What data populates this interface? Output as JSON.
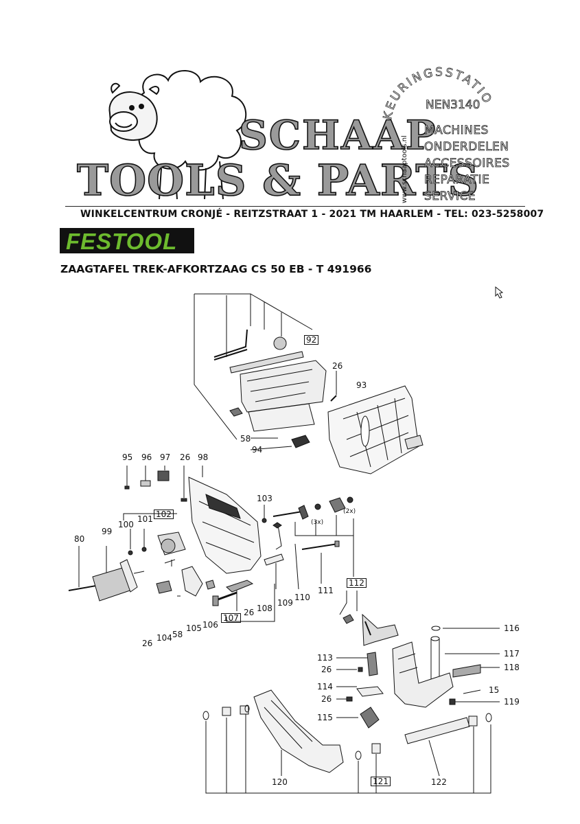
{
  "header": {
    "brand_top": "SCHAAP",
    "brand_bottom": "TOOLS & PARTS",
    "stamp_ring": "KEURINGSSTATION",
    "stamp_norm": "NEN3140",
    "website": "www.schaaptools.nl",
    "services": [
      "MACHINES",
      "ONDERDELEN",
      "ACCESSOIRES",
      "REPARATIE",
      "SERVICE"
    ],
    "address": "WINKELCENTRUM CRONJÉ - REITZSTRAAT 1 - 2021 TM  HAARLEM - TEL: 023-5258007"
  },
  "manufacturer": {
    "name": "FESTOOL",
    "colors": {
      "badge_bg": "#111111",
      "text": "#6dbb2e"
    }
  },
  "document": {
    "title": "ZAAGTAFEL TREK-AFKORTZAAG CS 50 EB - T 491966"
  },
  "parts": {
    "p92": "92",
    "p26a": "26",
    "p93": "93",
    "p58a": "58",
    "p94": "94",
    "p95": "95",
    "p96": "96",
    "p97": "97",
    "p26b": "26",
    "p98": "98",
    "p102": "102",
    "p100": "100",
    "p101": "101",
    "p80": "80",
    "p99": "99",
    "p103": "103",
    "q3x": "(3x)",
    "q2x": "(2x)",
    "p112": "112",
    "p110": "110",
    "p111": "111",
    "p109": "109",
    "p108": "108",
    "p26c": "26",
    "p107": "107",
    "p106": "106",
    "p105": "105",
    "p58b": "58",
    "p104": "104",
    "p26d": "26",
    "p116": "116",
    "p117": "117",
    "p118": "118",
    "p15": "15",
    "p119": "119",
    "p113": "113",
    "p26e": "26",
    "p114": "114",
    "p26f": "26",
    "p115": "115",
    "p120": "120",
    "p121": "121",
    "p122": "122"
  }
}
